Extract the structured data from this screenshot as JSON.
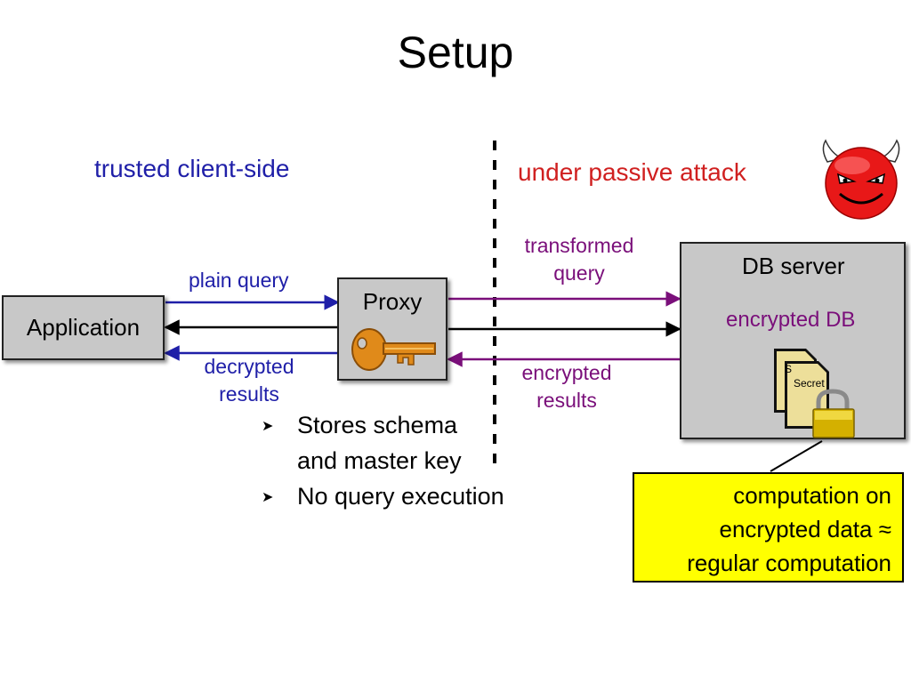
{
  "title": "Setup",
  "zones": {
    "client_label": "trusted client-side",
    "attack_label": "under passive attack"
  },
  "nodes": {
    "application": "Application",
    "proxy": "Proxy",
    "db_server": "DB server",
    "encrypted_db": "encrypted DB",
    "secret_doc_back": "S",
    "secret_doc_front": "Secret"
  },
  "flows": {
    "plain_query": "plain query",
    "decrypted_results": [
      "decrypted",
      "results"
    ],
    "transformed_query": [
      "transformed",
      "query"
    ],
    "encrypted_results": [
      "encrypted",
      "results"
    ]
  },
  "bullets": [
    [
      "Stores schema",
      "and master key"
    ],
    [
      "No query execution"
    ]
  ],
  "callout": [
    "computation on",
    "encrypted data ≈",
    "regular computation"
  ],
  "icons": {
    "bullet": "arrowhead-bullet-icon",
    "key": "key-icon",
    "lock": "padlock-icon",
    "devil": "devil-face-icon",
    "docs": "document-icon"
  },
  "colors": {
    "client_blue": "#1f1fa8",
    "attack_red": "#d02020",
    "purple": "#7a0f7a",
    "callout_bg": "#ffff00",
    "box_gray": "#c8c8c8"
  }
}
